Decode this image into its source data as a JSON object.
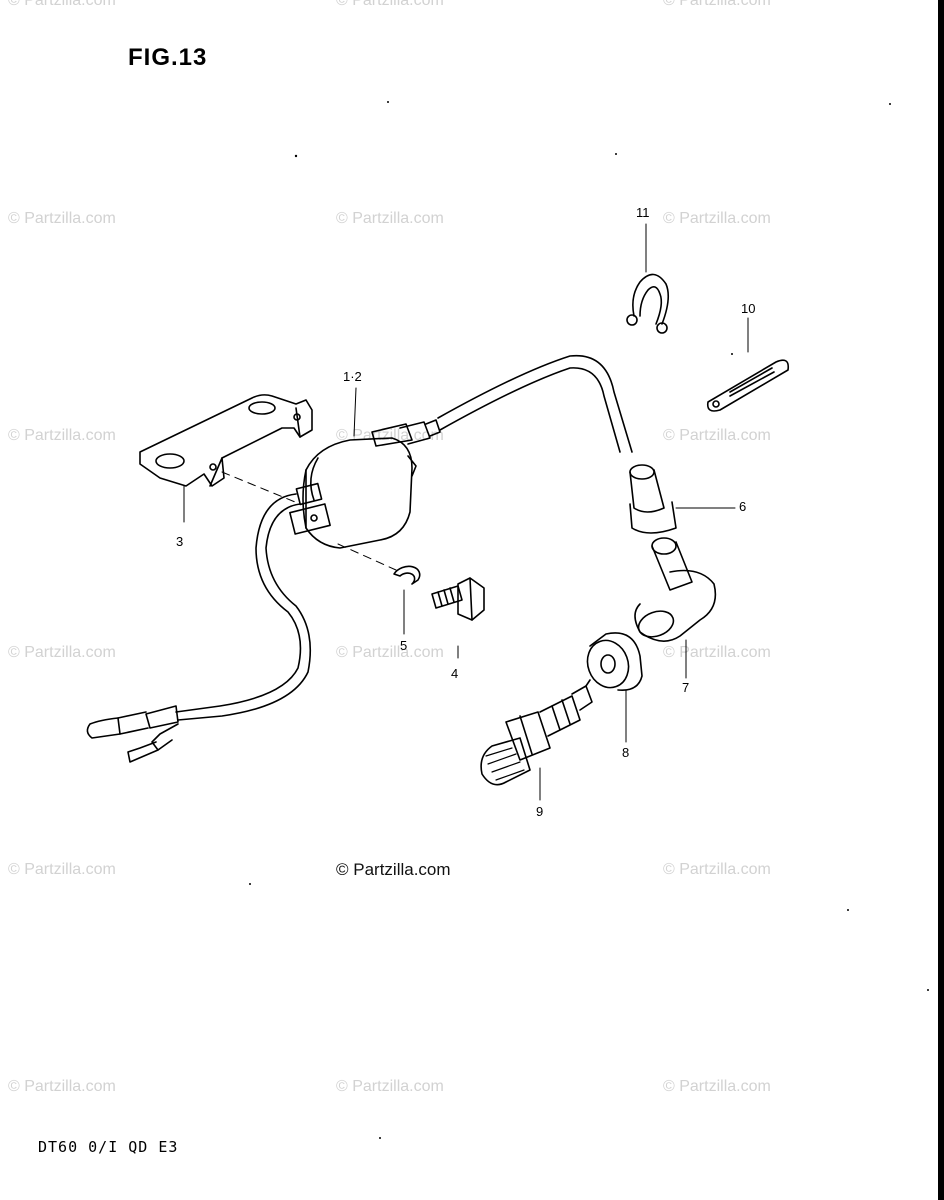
{
  "figure": {
    "title": "FIG.13",
    "footer_code": "DT60 0/I QD E3",
    "credit": "© Partzilla.com"
  },
  "watermark": "© Partzilla.com",
  "callouts": [
    {
      "id": "1-2",
      "label": "1·2",
      "part": "ignition-coil"
    },
    {
      "id": "3",
      "label": "3",
      "part": "coil-bracket"
    },
    {
      "id": "4",
      "label": "4",
      "part": "bolt"
    },
    {
      "id": "5",
      "label": "5",
      "part": "lock-washer"
    },
    {
      "id": "6",
      "label": "6",
      "part": "plug-cap-seal"
    },
    {
      "id": "7",
      "label": "7",
      "part": "spark-plug-cap"
    },
    {
      "id": "8",
      "label": "8",
      "part": "plug-cover"
    },
    {
      "id": "9",
      "label": "9",
      "part": "spark-plug"
    },
    {
      "id": "10",
      "label": "10",
      "part": "wire-band"
    },
    {
      "id": "11",
      "label": "11",
      "part": "wire-clamp"
    }
  ]
}
